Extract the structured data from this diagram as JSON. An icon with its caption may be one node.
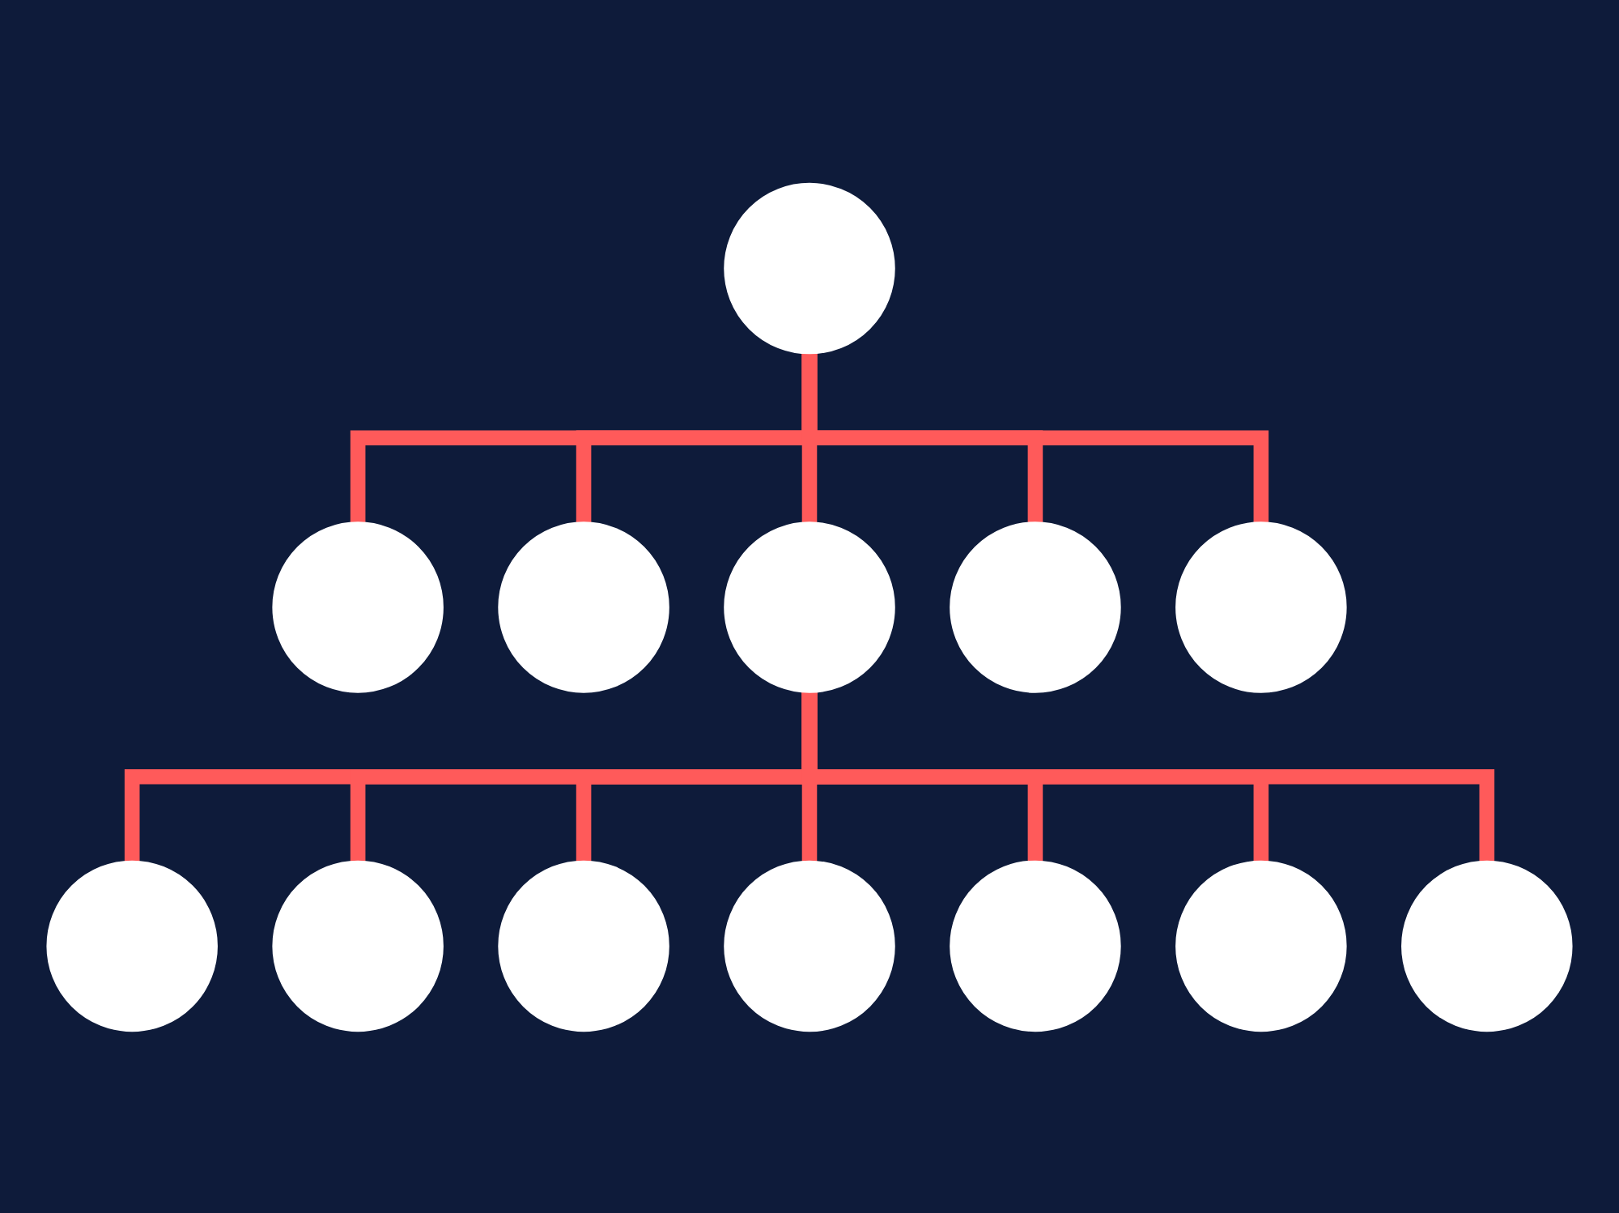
{
  "diagram": {
    "nodes": [
      {
        "text": [],
        "shape": "circle"
      },
      {
        "text": [],
        "shape": "circle"
      },
      {
        "text": [],
        "shape": "circle"
      },
      {
        "text": [],
        "shape": "circle"
      },
      {
        "text": [],
        "shape": "circle"
      },
      {
        "text": [],
        "shape": "circle"
      },
      {
        "text": [],
        "shape": "circle"
      },
      {
        "text": [],
        "shape": "circle"
      },
      {
        "text": [],
        "shape": "circle"
      },
      {
        "text": [],
        "shape": "circle"
      },
      {
        "text": [],
        "shape": "circle"
      },
      {
        "text": [],
        "shape": "circle"
      },
      {
        "text": [],
        "shape": "circle"
      }
    ],
    "edges": [
      {
        "from": 0,
        "to": 1,
        "arrow": "none"
      },
      {
        "from": 0,
        "to": 2,
        "arrow": "none"
      },
      {
        "from": 0,
        "to": 3,
        "arrow": "none"
      },
      {
        "from": 0,
        "to": 4,
        "arrow": "none"
      },
      {
        "from": 0,
        "to": 5,
        "arrow": "none"
      },
      {
        "from": 3,
        "to": 6,
        "arrow": "none"
      },
      {
        "from": 3,
        "to": 7,
        "arrow": "none"
      },
      {
        "from": 3,
        "to": 8,
        "arrow": "none"
      },
      {
        "from": 3,
        "to": 9,
        "arrow": "none"
      },
      {
        "from": 3,
        "to": 10,
        "arrow": "none"
      },
      {
        "from": 3,
        "to": 11,
        "arrow": "none"
      },
      {
        "from": 3,
        "to": 12,
        "arrow": "none"
      }
    ]
  }
}
